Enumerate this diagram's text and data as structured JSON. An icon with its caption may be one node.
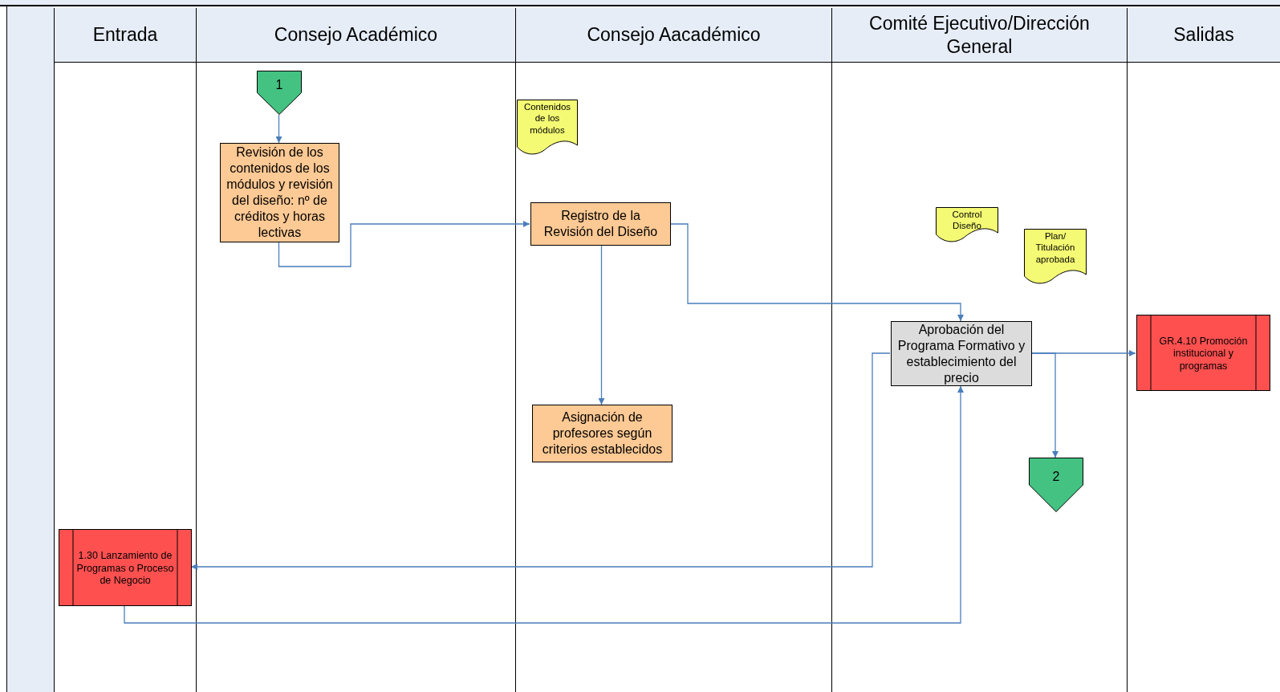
{
  "diagram": {
    "nodes": [
      {
        "text": [
          "Entrada"
        ]
      },
      {
        "text": [
          "Consejo Académico"
        ]
      },
      {
        "text": [
          "Consejo Aacadémico"
        ]
      },
      {
        "text": [
          "Comité Ejecutivo/Dirección General"
        ]
      },
      {
        "text": [
          "Salidas"
        ]
      },
      {
        "text": [
          "1"
        ],
        "in": 1
      },
      {
        "text": [
          "Revisión de los contenidos de los módulos y revisión del diseño: nº de créditos y horas lectivas"
        ],
        "in": 1
      },
      {
        "text": [
          "Contenidos de los módulos"
        ],
        "in": 2
      },
      {
        "text": [
          "Registro de la Revisión del Diseño"
        ],
        "in": 2
      },
      {
        "text": [
          "Asignación de profesores según criterios establecidos"
        ],
        "in": 2
      },
      {
        "text": [
          "Control Diseño"
        ],
        "in": 3
      },
      {
        "text": [
          "Plan/ Titulación aprobada"
        ],
        "in": 3
      },
      {
        "text": [
          "Aprobación del Programa Formativo y establecimiento del precio"
        ],
        "in": 3
      },
      {
        "text": [
          "GR.4.10 Promoción institucional y programas"
        ],
        "in": 4
      },
      {
        "text": [
          "2"
        ],
        "in": 3
      },
      {
        "text": [
          "1.30 Lanzamiento de Programas o Proceso de Negocio"
        ],
        "in": 0
      },
      {
        "text": [],
        "shape": "band"
      }
    ],
    "edges": [
      {
        "from": 5,
        "to": 6,
        "arrow": "to"
      },
      {
        "from": 6,
        "to": 8,
        "arrow": "to"
      },
      {
        "from": 8,
        "to": 9,
        "arrow": "to"
      },
      {
        "from": 8,
        "to": 12,
        "arrow": "to"
      },
      {
        "from": 12,
        "to": 15,
        "arrow": "to"
      },
      {
        "from": 15,
        "to": 12,
        "arrow": "to"
      },
      {
        "from": 12,
        "to": 13,
        "arrow": "to"
      },
      {
        "from": 12,
        "to": 14,
        "arrow": "to"
      }
    ]
  }
}
